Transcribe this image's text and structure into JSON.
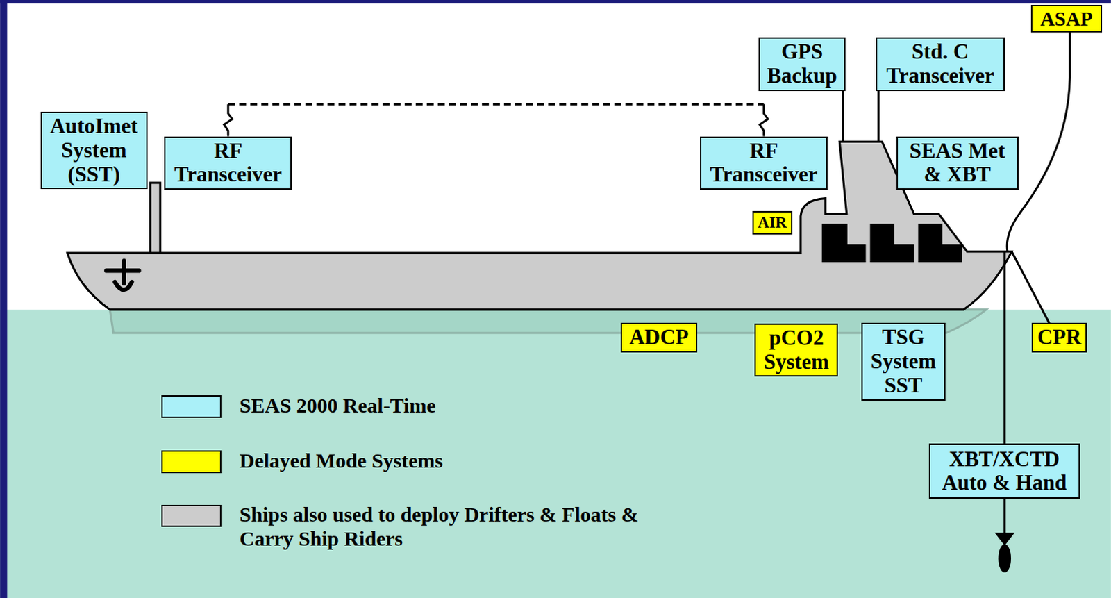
{
  "diagram": {
    "nodes": [
      {
        "text": [
          "ASAP"
        ]
      },
      {
        "text": [
          "GPS Backup"
        ]
      },
      {
        "text": [
          "Std. C Transceiver"
        ]
      },
      {
        "text": [
          "AutoImet System (SST)"
        ]
      },
      {
        "text": [
          "RF Transceiver"
        ]
      },
      {
        "text": [
          "RF Transceiver"
        ]
      },
      {
        "text": [
          "SEAS Met & XBT"
        ]
      },
      {
        "text": [
          "AIR"
        ]
      },
      {
        "text": [
          "ADCP"
        ]
      },
      {
        "text": [
          "pCO2 System"
        ]
      },
      {
        "text": [
          "TSG System SST"
        ]
      },
      {
        "text": [
          "CPR"
        ]
      },
      {
        "text": [
          "XBT/XCTD Auto & Hand"
        ]
      }
    ],
    "edges": [
      {
        "from": 4,
        "to": 5,
        "arrow": "none"
      }
    ],
    "legend": [
      {
        "text": "SEAS 2000 Real-Time",
        "color": "#aaf0f8"
      },
      {
        "text": "Delayed Mode Systems",
        "color": "#ffff00"
      },
      {
        "text": "Ships also used to deploy Drifters & Floats & Carry Ship Riders",
        "color": "#cccccc"
      }
    ]
  }
}
